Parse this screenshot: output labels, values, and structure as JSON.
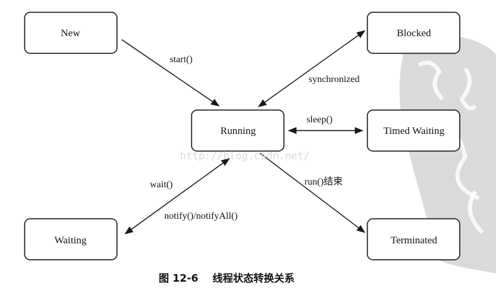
{
  "nodes": {
    "new": "New",
    "blocked": "Blocked",
    "running": "Running",
    "timed_waiting": "Timed Waiting",
    "waiting": "Waiting",
    "terminated": "Terminated"
  },
  "edges": {
    "new_running": "start()",
    "running_blocked": "synchronized",
    "running_timed_waiting": "sleep()",
    "running_terminated": "run()结束",
    "running_waiting_top": "wait()",
    "running_waiting_bottom": "notify()/notifyAll()"
  },
  "watermark": "http://blog.csdn.net/",
  "caption": "图 12-6    线程状态转换关系",
  "colors": {
    "stroke": "#1a1a1a",
    "background": "#ffffff",
    "stamp": "#d4d4d4",
    "watermark": "#d9d9d9"
  }
}
